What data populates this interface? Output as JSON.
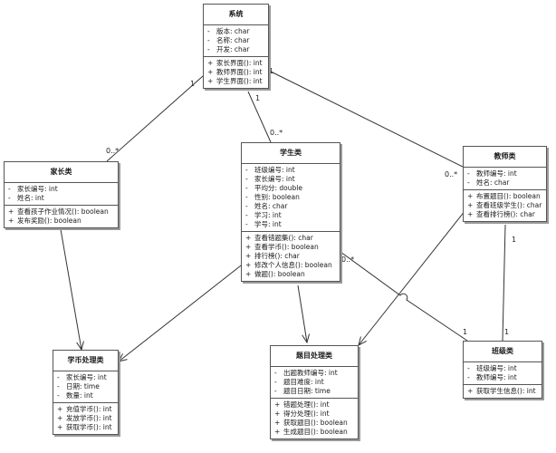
{
  "classes": {
    "system": {
      "name": "系统",
      "attributes": [
        {
          "vis": "-",
          "text": "版本: char"
        },
        {
          "vis": "-",
          "text": "名称: char"
        },
        {
          "vis": "-",
          "text": "开发: char"
        }
      ],
      "operations": [
        {
          "vis": "+",
          "text": "家长界面(): int"
        },
        {
          "vis": "+",
          "text": "教师界面(): int"
        },
        {
          "vis": "+",
          "text": "学生界面(): int"
        }
      ]
    },
    "parent": {
      "name": "家长类",
      "attributes": [
        {
          "vis": "-",
          "text": "家长编号: int"
        },
        {
          "vis": "-",
          "text": "姓名: int"
        }
      ],
      "operations": [
        {
          "vis": "+",
          "text": "查看孩子作业情况(): boolean"
        },
        {
          "vis": "+",
          "text": "发布奖励(): boolean"
        }
      ]
    },
    "student": {
      "name": "学生类",
      "attributes": [
        {
          "vis": "-",
          "text": "班级编号: int"
        },
        {
          "vis": "-",
          "text": "家长编号: int"
        },
        {
          "vis": "-",
          "text": "平均分: double"
        },
        {
          "vis": "-",
          "text": "性别: boolean"
        },
        {
          "vis": "-",
          "text": "姓名: char"
        },
        {
          "vis": "-",
          "text": "学习: int"
        },
        {
          "vis": "-",
          "text": "学号: int"
        }
      ],
      "operations": [
        {
          "vis": "+",
          "text": "查看错题集(): char"
        },
        {
          "vis": "+",
          "text": "查看学币(): boolean"
        },
        {
          "vis": "+",
          "text": "排行榜(): char"
        },
        {
          "vis": "+",
          "text": "修改个人信息(): boolean"
        },
        {
          "vis": "+",
          "text": "做题(): boolean"
        }
      ]
    },
    "teacher": {
      "name": "教师类",
      "attributes": [
        {
          "vis": "-",
          "text": "教师编号: int"
        },
        {
          "vis": "-",
          "text": "姓名: char"
        }
      ],
      "operations": [
        {
          "vis": "+",
          "text": "布置题目(): boolean"
        },
        {
          "vis": "+",
          "text": "查看班级学生(): char"
        },
        {
          "vis": "+",
          "text": "查看排行榜(): char"
        }
      ]
    },
    "coin": {
      "name": "学币处理类",
      "attributes": [
        {
          "vis": "-",
          "text": "家长编号: int"
        },
        {
          "vis": "-",
          "text": "日期: time"
        },
        {
          "vis": "-",
          "text": "数量: int"
        }
      ],
      "operations": [
        {
          "vis": "+",
          "text": "充值学币(): int"
        },
        {
          "vis": "+",
          "text": "发放学币(): int"
        },
        {
          "vis": "+",
          "text": "获取学币(): int"
        }
      ]
    },
    "question": {
      "name": "题目处理类",
      "attributes": [
        {
          "vis": "-",
          "text": "出题教师编号: int"
        },
        {
          "vis": "-",
          "text": "题目难度: int"
        },
        {
          "vis": "-",
          "text": "题目日期: time"
        }
      ],
      "operations": [
        {
          "vis": "+",
          "text": "错题处理(): int"
        },
        {
          "vis": "+",
          "text": "得分处理(): int"
        },
        {
          "vis": "+",
          "text": "获取题目(): boolean"
        },
        {
          "vis": "+",
          "text": "生成题目(): boolean"
        }
      ]
    },
    "class": {
      "name": "班级类",
      "attributes": [
        {
          "vis": "-",
          "text": "班级编号: int"
        },
        {
          "vis": "-",
          "text": "教师编号: int"
        }
      ],
      "operations": [
        {
          "vis": "+",
          "text": "获取学生信息(): int"
        }
      ]
    }
  },
  "multiplicities": {
    "sys_parent_1": "1",
    "sys_parent_many": "0..*",
    "sys_student_1": "1",
    "sys_student_many": "0..*",
    "sys_teacher_1": "1",
    "sys_teacher_many": "0..*",
    "student_class_many": "0..*",
    "student_class_1": "1",
    "teacher_class_1": "1",
    "teacher_class_1b": "1"
  },
  "colors": {
    "line": "#333333",
    "border": "#555555",
    "shadow": "#9a9a9a"
  }
}
